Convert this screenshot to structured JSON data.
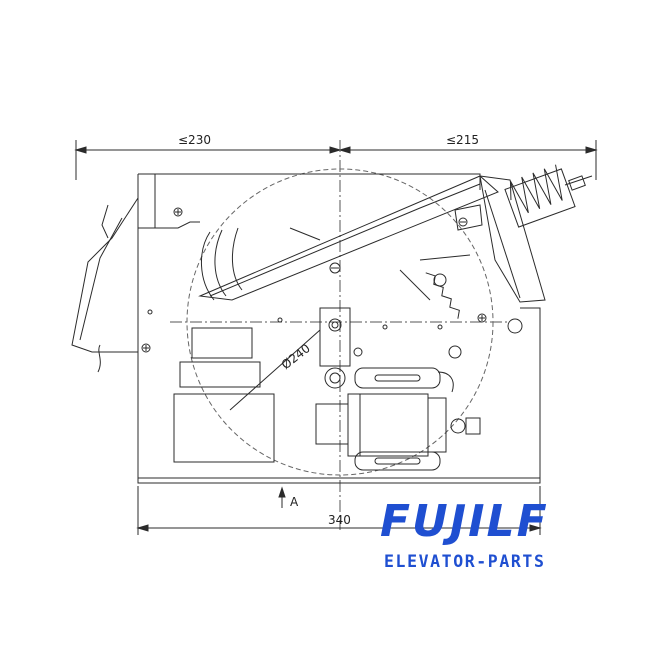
{
  "dimensions": {
    "left_width": "≤230",
    "right_width": "≤215",
    "diameter": "Ø240",
    "total_width": "340",
    "view_marker": "A"
  },
  "brand": {
    "name": "FUJILF",
    "tagline": "ELEVATOR-PARTS",
    "color": "#1f4fd1"
  },
  "colors": {
    "line": "#2b2b2b",
    "centerline": "#555555"
  }
}
